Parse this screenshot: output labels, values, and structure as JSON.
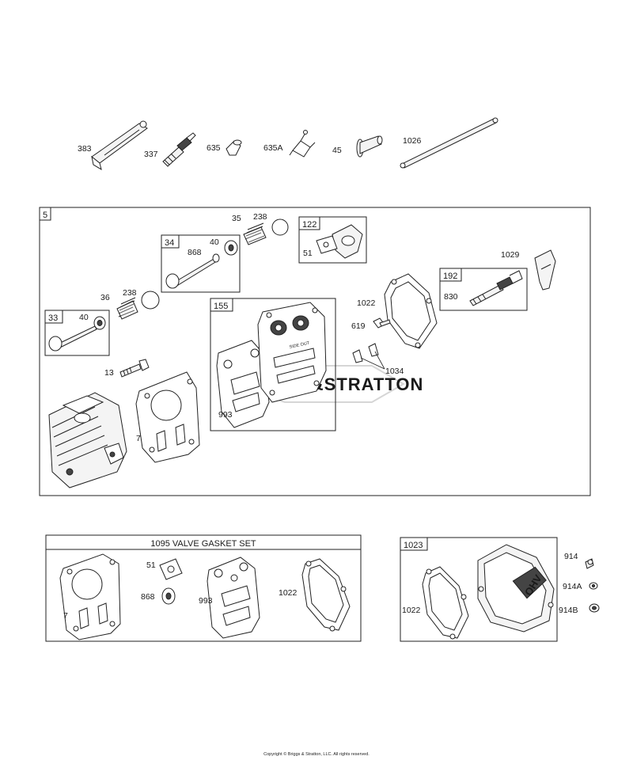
{
  "callouts": {
    "p383": "383",
    "p337": "337",
    "p635": "635",
    "p635A": "635A",
    "p45": "45",
    "p1026": "1026",
    "p5": "5",
    "p35": "35",
    "p238a": "238",
    "p122": "122",
    "p51a": "51",
    "p34": "34",
    "p40a": "40",
    "p868a": "868",
    "p1029": "1029",
    "p192": "192",
    "p830": "830",
    "p1022a": "1022",
    "p36": "36",
    "p238b": "238",
    "p33": "33",
    "p40b": "40",
    "p155": "155",
    "p619": "619",
    "p1034": "1034",
    "p13": "13",
    "p993a": "993",
    "p7a": "7",
    "p7b": "7",
    "p51b": "51",
    "p868b": "868",
    "p993b": "993",
    "p1022b": "1022",
    "p1023": "1023",
    "p914": "914",
    "p914A": "914A",
    "p914B": "914B",
    "p1022c": "1022"
  },
  "kit_title": "1095 VALVE GASKET SET",
  "watermark": "BRIGGS&STRATTON",
  "cover_badge": "OHV",
  "decal": "SIDE OUT",
  "copyright": "Copyright © Briggs & Stratton, LLC. All rights reserved."
}
